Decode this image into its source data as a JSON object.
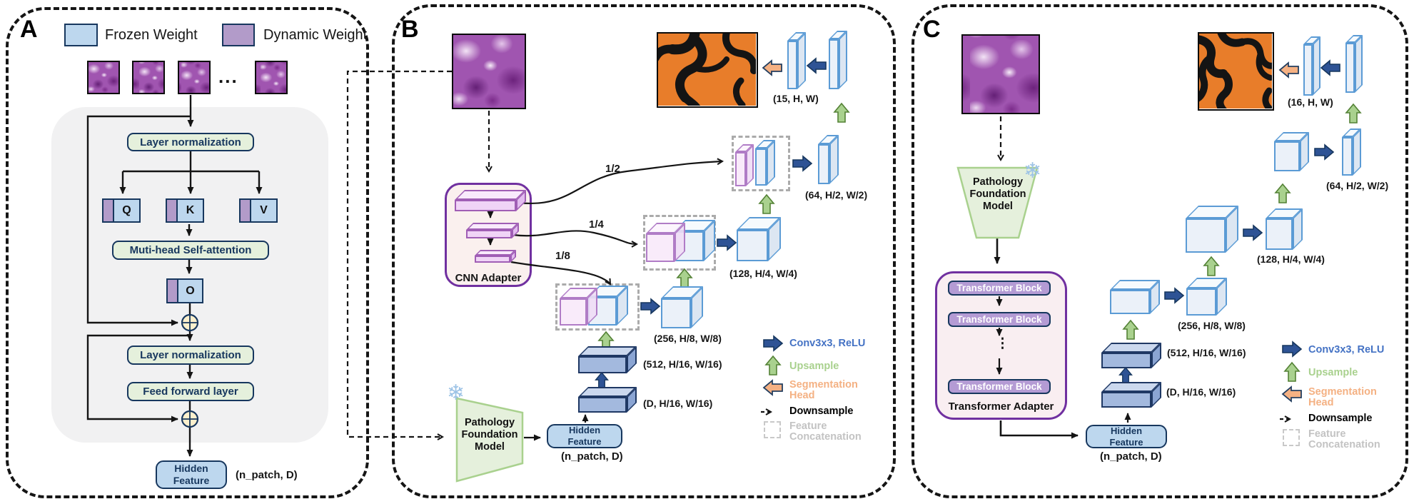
{
  "panel_a": {
    "label": "A",
    "legend_frozen": "Frozen Weight",
    "legend_dynamic": "Dynamic Weight",
    "dots": "...",
    "ln1": "Layer normalization",
    "q": "Q",
    "k": "K",
    "v": "V",
    "mhsa": "Muti-head Self-attention",
    "o": "O",
    "ln2": "Layer normalization",
    "ffl": "Feed forward layer",
    "hidden1": "Hidden",
    "hidden2": "Feature",
    "shape_hidden": "(n_patch, D)"
  },
  "panel_b": {
    "label": "B",
    "cnn_adapter": "CNN Adapter",
    "pfm1": "Pathology",
    "pfm2": "Foundation",
    "pfm3": "Model",
    "hidden1": "Hidden",
    "hidden2": "Feature",
    "shape_hidden": "(n_patch, D)",
    "shape_d": "(D, H/16, W/16)",
    "shape_512": "(512, H/16, W/16)",
    "shape_256": "(256, H/8, W/8)",
    "shape_128": "(128, H/4, W/4)",
    "shape_64": "(64, H/2, W/2)",
    "shape_out": "(15, H, W)",
    "frac_2": "1/2",
    "frac_4": "1/4",
    "frac_8": "1/8"
  },
  "panel_c": {
    "label": "C",
    "pfm1": "Pathology",
    "pfm2": "Foundation",
    "pfm3": "Model",
    "tb": "Transformer Block",
    "adapter": "Transformer Adapter",
    "vdots": "⋮",
    "hidden1": "Hidden",
    "hidden2": "Feature",
    "shape_hidden": "(n_patch, D)",
    "shape_d": "(D, H/16, W/16)",
    "shape_512": "(512, H/16, W/16)",
    "shape_256": "(256, H/8, W/8)",
    "shape_128": "(128, H/4, W/4)",
    "shape_64": "(64, H/2, W/2)",
    "shape_out": "(16, H, W)"
  },
  "legend_key": {
    "conv": "Conv3x3, ReLU",
    "upsample": "Upsample",
    "seg1": "Segmentation",
    "seg2": "Head",
    "down": "Downsample",
    "feat1": "Feature",
    "feat2": "Concatenation"
  },
  "icons": {
    "snowflake": "❄"
  },
  "colors": {
    "frozen_blue": "#BDD7EE",
    "dynamic_purple": "#B29BC9",
    "green_box": "#E5F0DC",
    "navy": "#17375E",
    "adapter_border_purple": "#7030A0",
    "conv_arrow_blue": "#2E5395",
    "upsample_green": "#A9D18E",
    "segmentation_orange": "#F4B183",
    "mask_orange": "#E87D2A"
  }
}
